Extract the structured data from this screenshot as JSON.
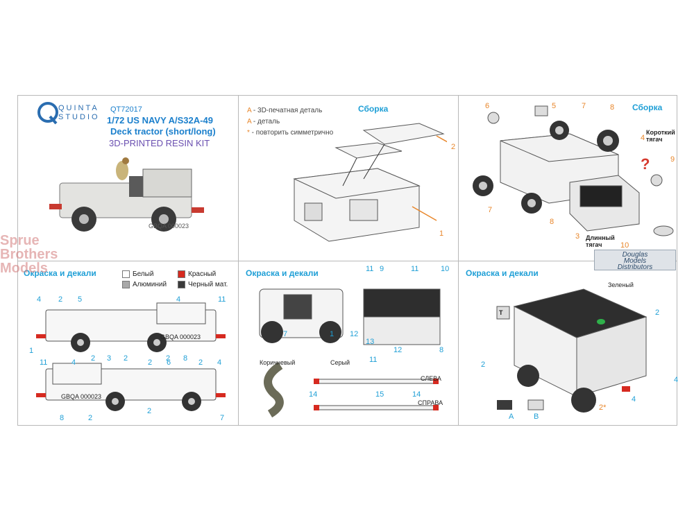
{
  "logo": {
    "line1": "QUINTA",
    "line2": "STUDIO"
  },
  "kit": {
    "code": "QT72017",
    "title1": "1/72 US NAVY A/S32A-49",
    "title2": "Deck tractor (short/long)",
    "subtitle": "3D-PRINTED RESIN KIT",
    "photo_label": "GBQA 000023"
  },
  "assembly1": {
    "title": "Сборка",
    "legend": [
      {
        "key": "A",
        "text": " - 3D-печатная деталь"
      },
      {
        "key": "A",
        "text": " - деталь"
      },
      {
        "key": "*",
        "text": " - повторить симметрично"
      }
    ],
    "labels": [
      "2",
      "1"
    ]
  },
  "assembly2": {
    "title": "Сборка",
    "short_tow": "Короткий тягач",
    "long_tow": "Длинный тягач",
    "labels": [
      "6",
      "5",
      "7",
      "8",
      "4",
      "9",
      "7",
      "8",
      "3",
      "10",
      "?"
    ]
  },
  "painting1": {
    "title": "Окраска и декали",
    "paints": [
      {
        "name": "Белый",
        "color": "#ffffff"
      },
      {
        "name": "Красный",
        "color": "#d62a20"
      },
      {
        "name": "Алюминий",
        "color": "#a8a8a8"
      },
      {
        "name": "Черный мат.",
        "color": "#3a3a3a"
      }
    ],
    "top_labels": [
      "4",
      "2",
      "5",
      "4",
      "11",
      "1",
      "2",
      "3",
      "2",
      "2",
      "8"
    ],
    "bottom_labels": [
      "11",
      "4",
      "2",
      "6",
      "2",
      "4",
      "8",
      "2",
      "2",
      "7"
    ],
    "reg_top": "GBQA 000023",
    "reg_bottom": "GBQA 000023"
  },
  "painting2": {
    "title": "Окраска и декали",
    "labels": [
      "11",
      "9",
      "11",
      "10",
      "7",
      "1",
      "12",
      "13",
      "12",
      "8",
      "11",
      "14",
      "15",
      "14"
    ],
    "brown": "Коричневый",
    "grey": "Серый",
    "left": "СЛЕВА",
    "right": "СПРАВА"
  },
  "painting3": {
    "title": "Окраска и декали",
    "green": "Зеленый",
    "labels": [
      "2",
      "2",
      "4",
      "4",
      "2*"
    ],
    "decal_a": "A",
    "decal_b": "B",
    "decal_t": "T"
  },
  "watermark": {
    "line1": "Sprue",
    "line2": "Brothers",
    "line3": "Models"
  },
  "distributor": {
    "line1": "Douglas",
    "line2": "Models",
    "line3": "Distributors"
  }
}
